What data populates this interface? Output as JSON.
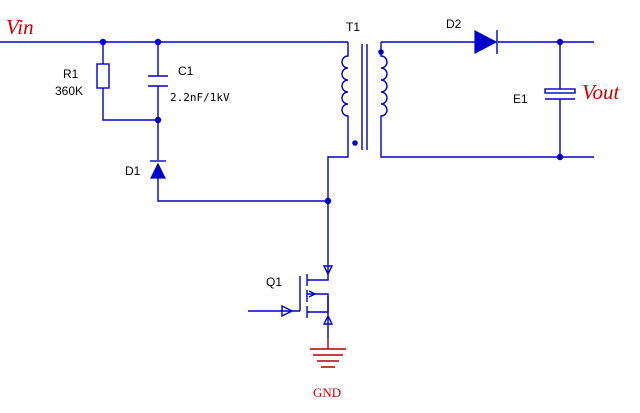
{
  "labels": {
    "vin": "Vin",
    "vout": "Vout",
    "gnd": "GND"
  },
  "components": {
    "r1": {
      "ref": "R1",
      "value": "360K"
    },
    "c1": {
      "ref": "C1",
      "value": "2.2nF/1kV"
    },
    "d1": {
      "ref": "D1"
    },
    "t1": {
      "ref": "T1"
    },
    "d2": {
      "ref": "D2"
    },
    "e1": {
      "ref": "E1"
    },
    "q1": {
      "ref": "Q1"
    }
  },
  "colors": {
    "wire": "#0000cc",
    "net_label": "#cc0000",
    "ground": "#b30000",
    "component_text": "#000000"
  }
}
